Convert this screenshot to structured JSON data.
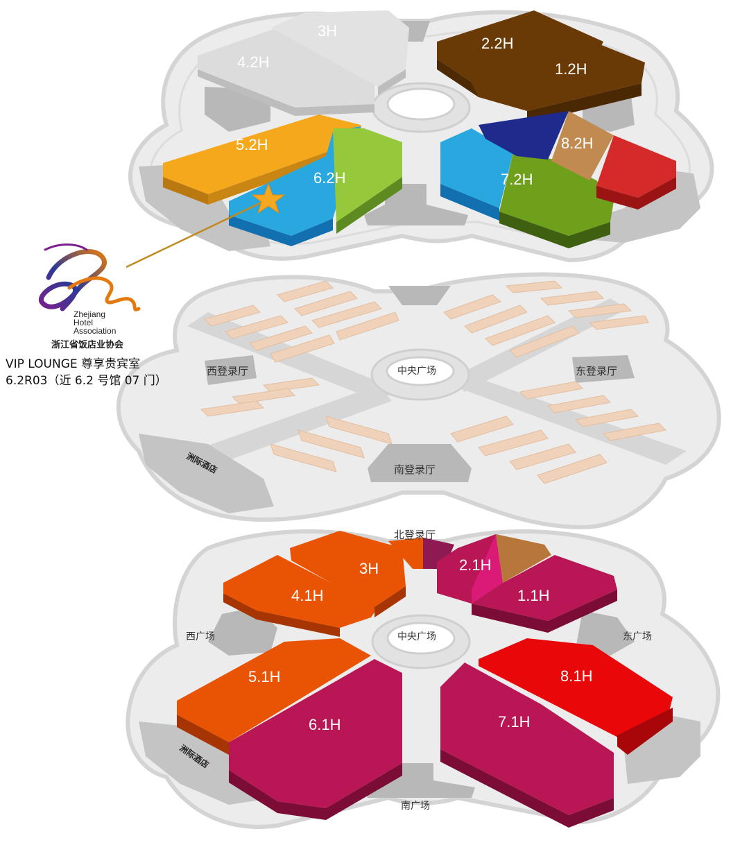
{
  "floors": {
    "upper": {
      "halls": [
        {
          "id": "3H",
          "label": "3H"
        },
        {
          "id": "4.2H",
          "label": "4.2H"
        },
        {
          "id": "2.2H",
          "label": "2.2H"
        },
        {
          "id": "1.2H",
          "label": "1.2H"
        },
        {
          "id": "5.2H",
          "label": "5.2H"
        },
        {
          "id": "6.2H",
          "label": "6.2H"
        },
        {
          "id": "7.2H",
          "label": "7.2H"
        },
        {
          "id": "8.2H",
          "label": "8.2H"
        }
      ]
    },
    "middle": {
      "labels": {
        "west_hall": "西登录厅",
        "east_hall": "东登录厅",
        "central_plaza": "中央广场",
        "south_hall": "南登录厅",
        "hotel": "洲际酒店"
      }
    },
    "lower": {
      "halls": [
        {
          "id": "3H",
          "label": "3H"
        },
        {
          "id": "4.1H",
          "label": "4.1H"
        },
        {
          "id": "2.1H",
          "label": "2.1H"
        },
        {
          "id": "1.1H",
          "label": "1.1H"
        },
        {
          "id": "5.1H",
          "label": "5.1H"
        },
        {
          "id": "6.1H",
          "label": "6.1H"
        },
        {
          "id": "7.1H",
          "label": "7.1H"
        },
        {
          "id": "8.1H",
          "label": "8.1H"
        }
      ],
      "labels": {
        "north_hall": "北登录厅",
        "central_plaza": "中央广场",
        "west_plaza": "西广场",
        "east_plaza": "东广场",
        "south_plaza": "南广场",
        "hotel": "洲际酒店"
      }
    }
  },
  "logo": {
    "en_line1": "Zhejiang",
    "en_line2": "Hotel",
    "en_line3": "Association",
    "cn_name": "浙江省饭店业协会"
  },
  "vip": {
    "line1": "VIP  LOUNGE 尊享贵宾室",
    "line2": "6.2R03（近 6.2 号馆 07 门）"
  },
  "colors": {
    "orange_gold": "#f5a81c",
    "light_blue": "#29a8e0",
    "lime": "#96c83c",
    "navy": "#1e2b8c",
    "tan": "#c08a50",
    "red_upper": "#d42a2a",
    "brown": "#6a3a06",
    "grey_hall": "#d9d9d9",
    "peach_booth": "#efd2b9",
    "orange_lower": "#e85404",
    "magenta": "#b81654",
    "bright_red": "#e8080a",
    "pink": "#db1a78",
    "star": "#f6a821"
  }
}
